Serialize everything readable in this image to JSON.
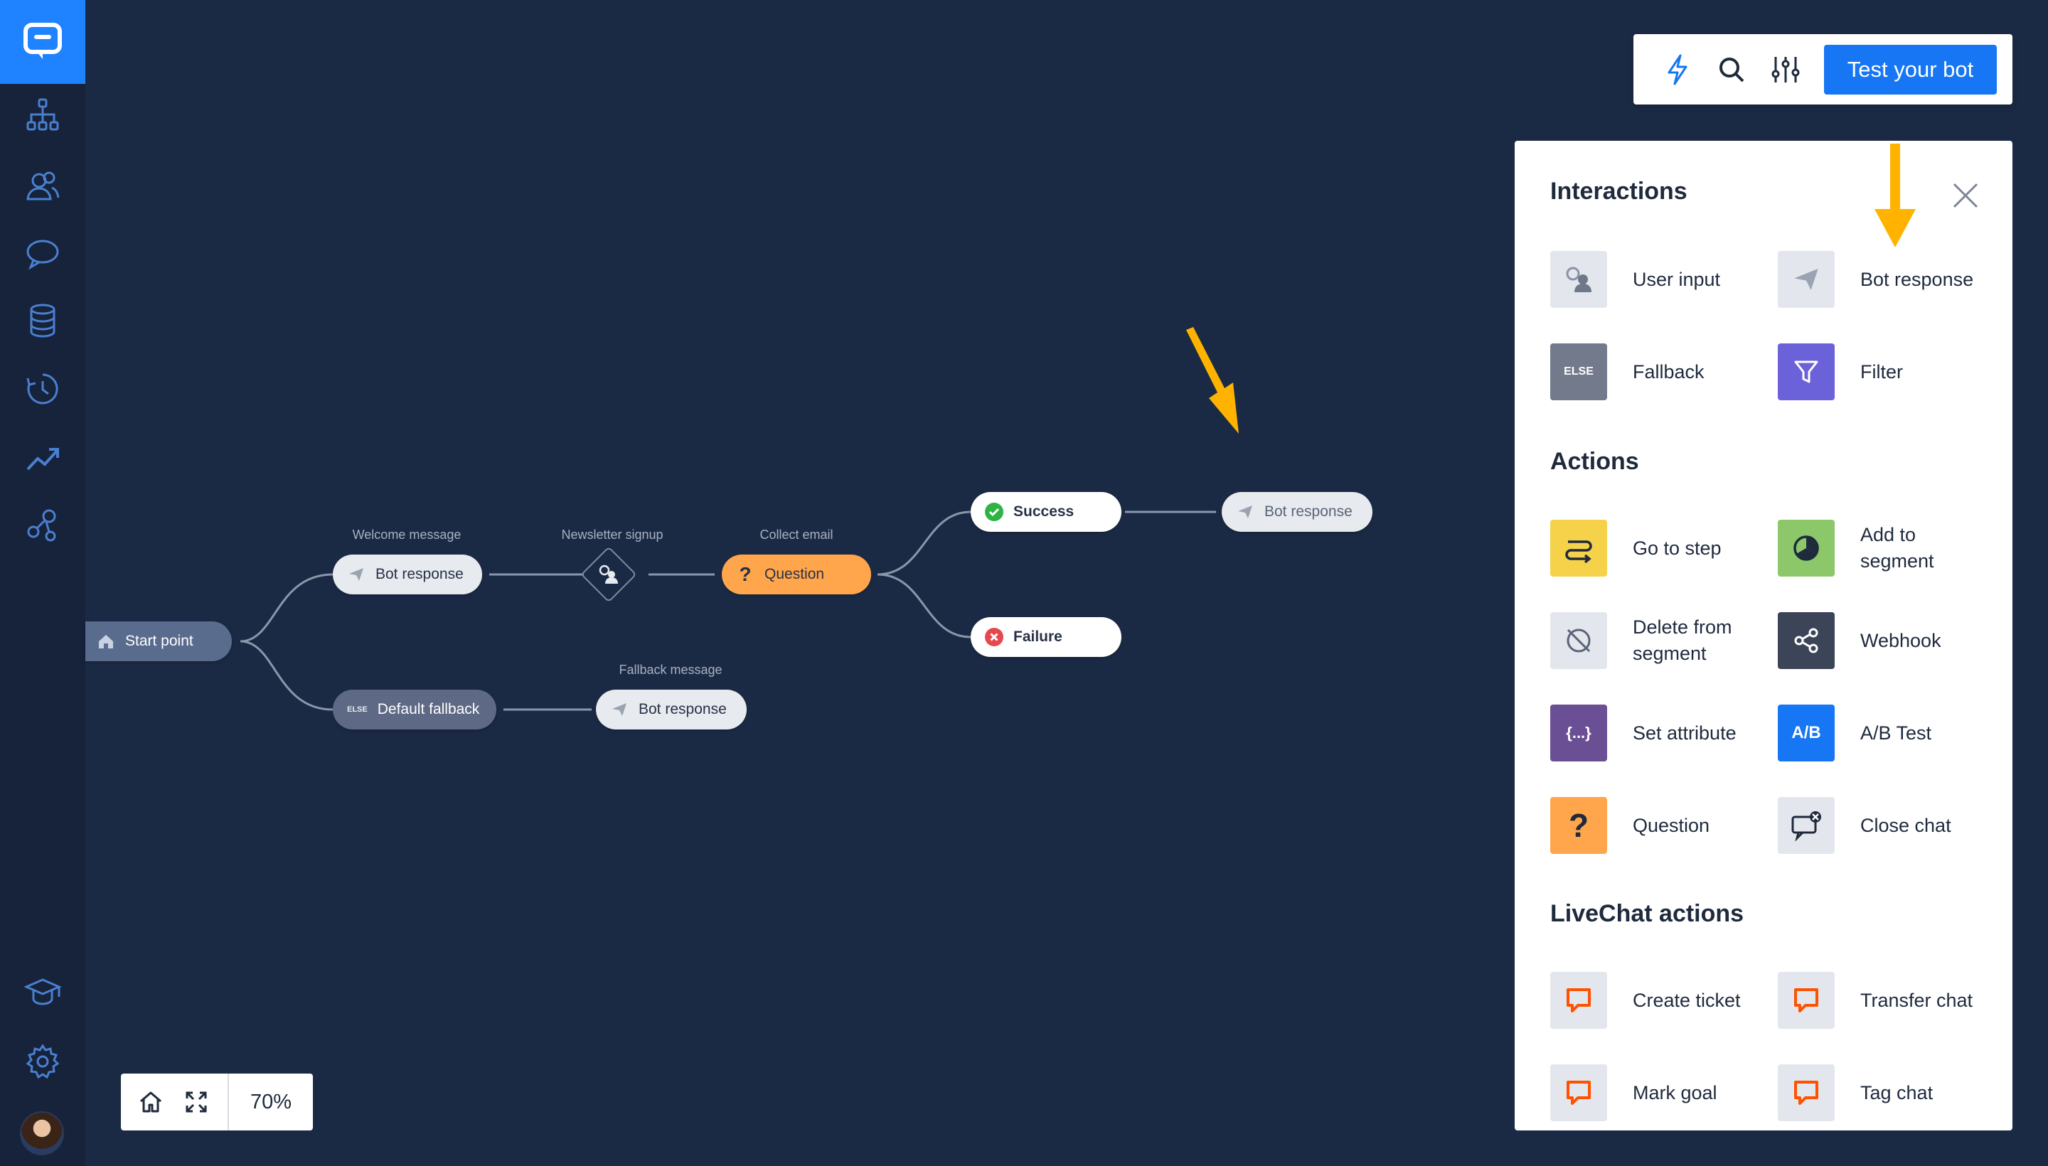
{
  "toolbar": {
    "test_button": "Test your bot"
  },
  "zoom": {
    "level": "70%"
  },
  "flow": {
    "start_point": "Start point",
    "welcome": {
      "label": "Welcome message",
      "node": "Bot response"
    },
    "newsletter": {
      "label": "Newsletter signup"
    },
    "collect": {
      "label": "Collect email",
      "node": "Question"
    },
    "success": "Success",
    "failure": "Failure",
    "success_response": "Bot response",
    "default_fallback": "Default fallback",
    "fallback": {
      "label": "Fallback message",
      "node": "Bot response"
    },
    "else_tag": "ELSE"
  },
  "panel": {
    "interactions_title": "Interactions",
    "interactions": [
      "User input",
      "Bot response",
      "Fallback",
      "Filter"
    ],
    "actions_title": "Actions",
    "actions": [
      "Go to step",
      "Add to segment",
      "Delete from segment",
      "Webhook",
      "Set attribute",
      "A/B Test",
      "Question",
      "Close chat"
    ],
    "livechat_title": "LiveChat actions",
    "livechat": [
      "Create ticket",
      "Transfer chat",
      "Mark goal",
      "Tag chat"
    ],
    "else_tag": "ELSE",
    "ab_tag": "A/B",
    "attr_tag": "{...}",
    "question_tag": "?"
  },
  "colors": {
    "background": "#1b2a44",
    "sidebar": "#16233a",
    "brand": "#1f82ff",
    "question": "#ffa54c",
    "success": "#2fb344",
    "failure": "#e5484d",
    "livechat": "#ff5100",
    "arrow": "#ffb300"
  }
}
